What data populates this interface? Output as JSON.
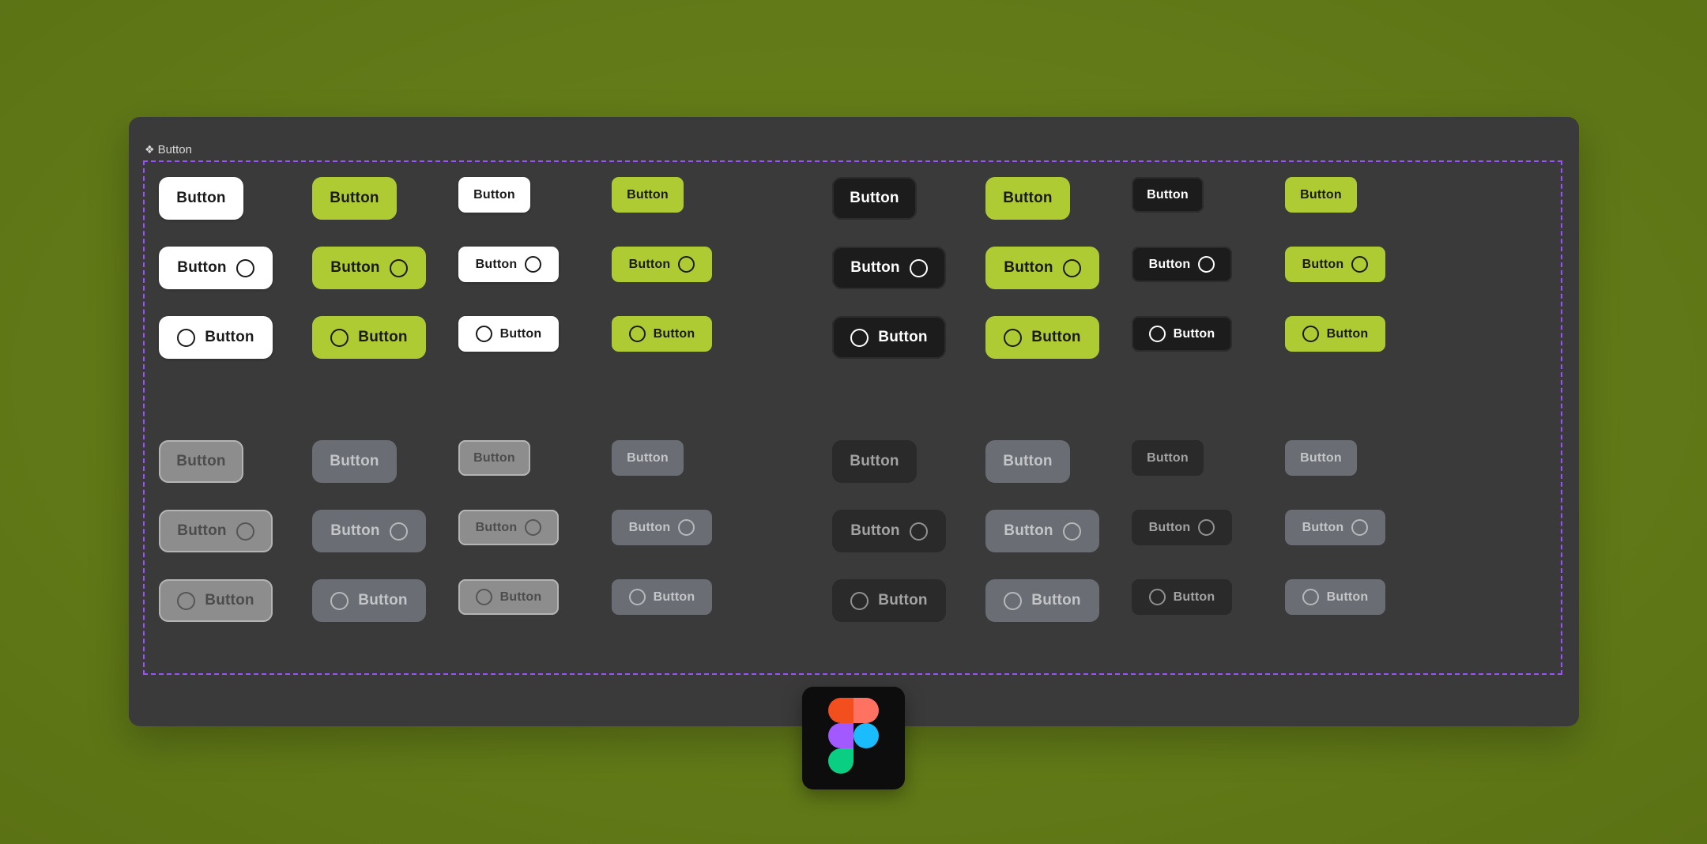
{
  "frame": {
    "label": "Button",
    "icon": "component-icon"
  },
  "button_label": "Button",
  "colors": {
    "background": "#627a18",
    "panel": "#3a3a3a",
    "frame_border": "#9a52ff",
    "lime": "#afcb33",
    "white": "#ffffff",
    "dark": "#1c1c1c",
    "disabled_light": "#8d8d8d",
    "disabled_slate": "#6a6e74",
    "disabled_dark": "#2a2a2a"
  },
  "sections": [
    {
      "name": "default",
      "variants": [
        "white",
        "lime",
        "white",
        "lime",
        "dark",
        "lime",
        "dark",
        "lime"
      ]
    },
    {
      "name": "disabled",
      "variants": [
        "light",
        "slate",
        "light",
        "slate",
        "dark",
        "slate",
        "dark",
        "slate"
      ]
    }
  ],
  "rows": [
    "label-only",
    "label-trailing-icon",
    "leading-icon-label"
  ],
  "sizes": [
    "large",
    "large",
    "small",
    "small",
    "large",
    "large",
    "small",
    "small"
  ],
  "app_logo": {
    "name": "figma-logo"
  }
}
